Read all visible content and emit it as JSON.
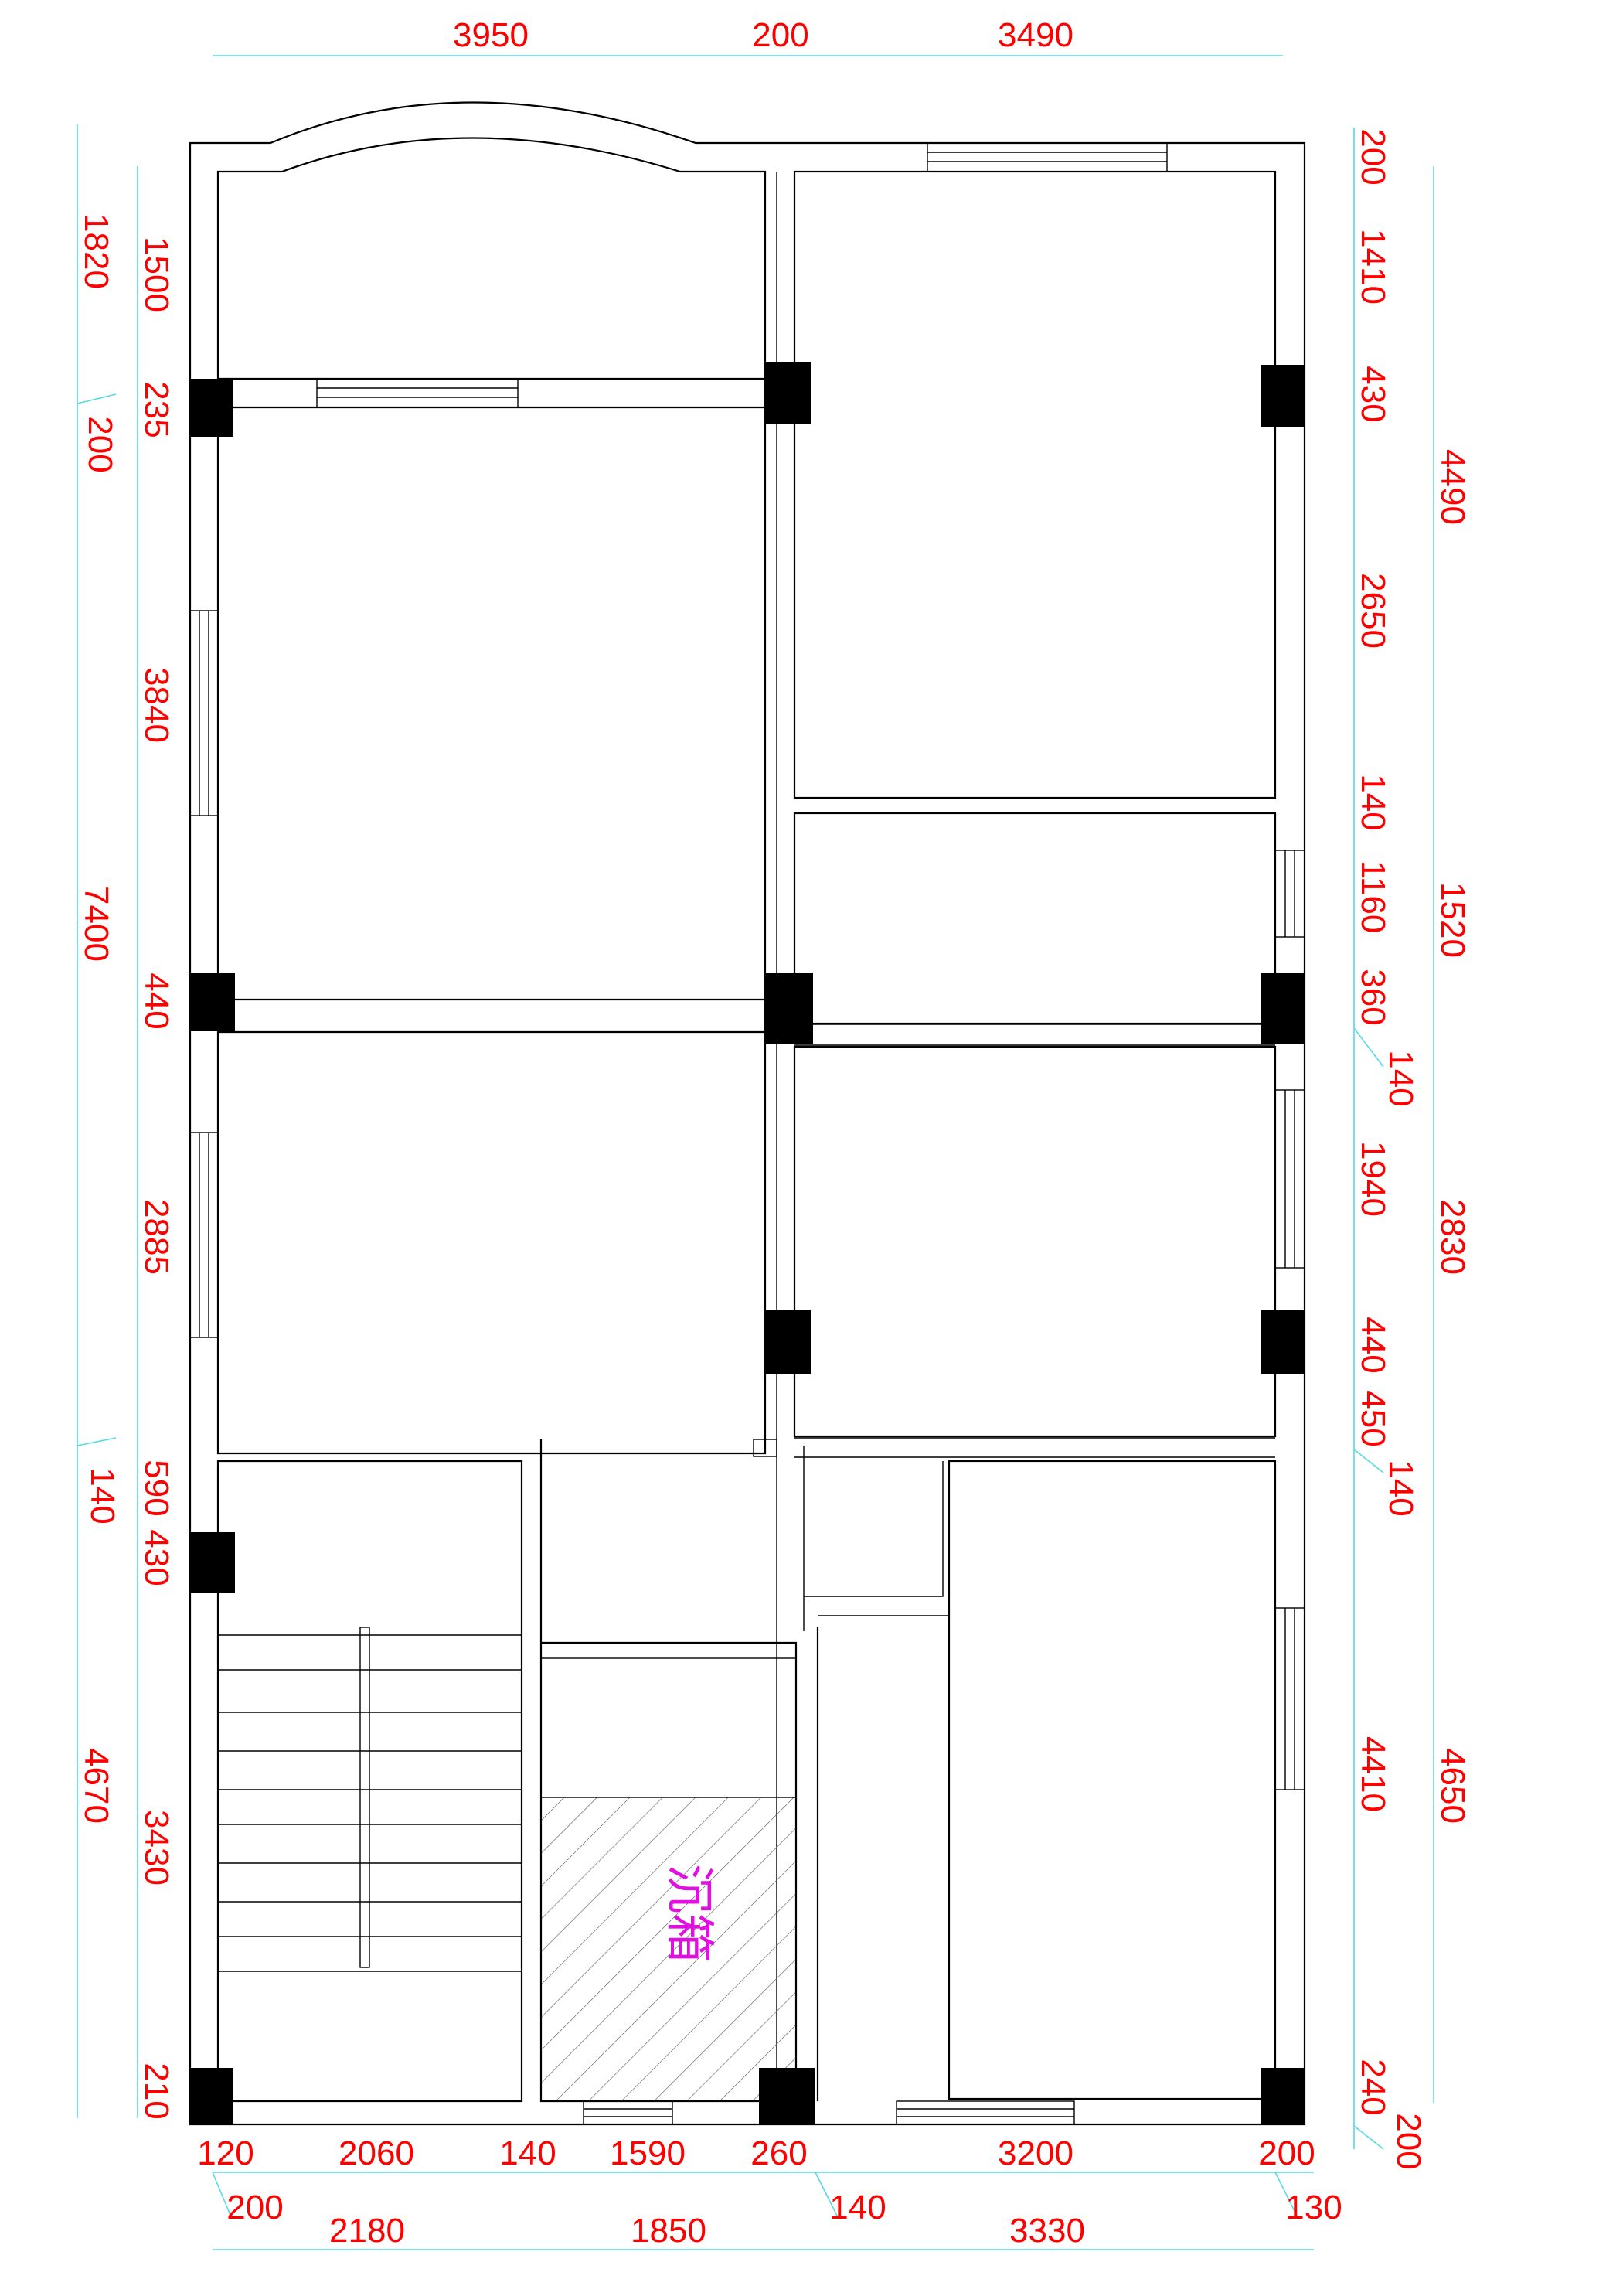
{
  "diagram": {
    "type": "floor-plan",
    "room_label": "沉箱",
    "colors": {
      "dimension_text": "#ff0000",
      "dimension_line": "#57d9e8",
      "wall": "#000000",
      "column": "#000000",
      "room_label": "#e010e0"
    },
    "dims": {
      "top": [
        "3950",
        "200",
        "3490"
      ],
      "left_outer": [
        "1820",
        "200",
        "7400",
        "140",
        "4670"
      ],
      "left_inner": [
        "1500",
        "235",
        "3840",
        "440",
        "2885",
        "590",
        "430",
        "3430",
        "210"
      ],
      "right_inner": [
        "200",
        "1410",
        "430",
        "2650",
        "140",
        "1160",
        "360",
        "140",
        "1940",
        "440",
        "450",
        "140",
        "4410",
        "240",
        "200"
      ],
      "right_outer": [
        "4490",
        "1520",
        "2830",
        "4650"
      ],
      "bottom_row1": [
        "120",
        "2060",
        "140",
        "1590",
        "260",
        "3200",
        "200"
      ],
      "bottom_row2": [
        "200",
        "140",
        "130"
      ],
      "bottom_row3": [
        "2180",
        "1850",
        "3330"
      ]
    }
  }
}
